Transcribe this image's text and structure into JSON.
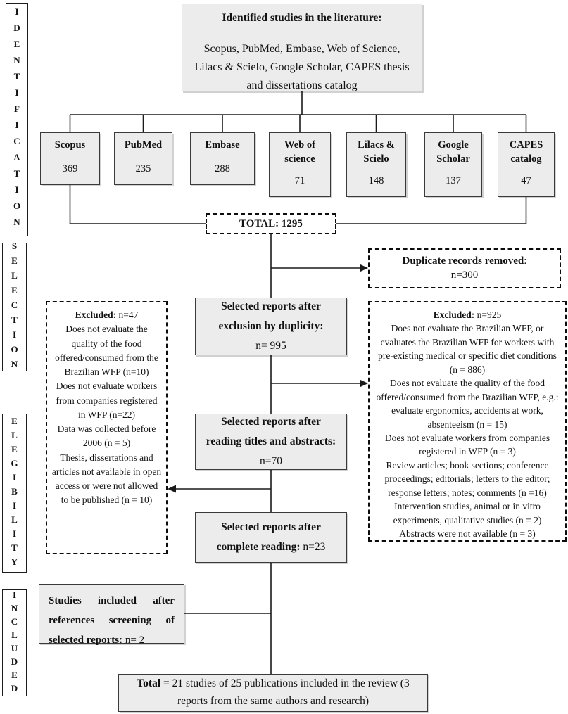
{
  "sections": {
    "identification": "IDENTIFICATION",
    "selection": "SELECTION",
    "eligibility": "ELEGIBILITY",
    "included": "INCLUDED"
  },
  "top_box": {
    "title": "Identified studies in the literature:",
    "body": "Scopus, PubMed, Embase, Web of Science, Lilacs & Scielo, Google Scholar, CAPES thesis and dissertations catalog"
  },
  "databases": [
    {
      "name": "Scopus",
      "count": "369"
    },
    {
      "name": "PubMed",
      "count": "235"
    },
    {
      "name": "Embase",
      "count": "288"
    },
    {
      "name": "Web of science",
      "count": "71"
    },
    {
      "name": "Lilacs & Scielo",
      "count": "148"
    },
    {
      "name": "Google Scholar",
      "count": "137"
    },
    {
      "name": "CAPES catalog",
      "count": "47"
    }
  ],
  "total_box": {
    "label": "TOTAL: 1295"
  },
  "duplicates_box": {
    "title": "Duplicate records removed",
    "colon": ":",
    "count": "n=300"
  },
  "duplicity_box": {
    "bold": "Selected reports after exclusion by duplicity:",
    "count": "n= 995"
  },
  "titles_box": {
    "bold": "Selected reports after reading titles and abstracts:",
    "count": "n=70"
  },
  "reading_box": {
    "bold": "Selected reports after complete reading:",
    "count": "n=23"
  },
  "excluded_left": {
    "title": "Excluded:",
    "count": "n=47",
    "items": [
      "Does not evaluate the quality of the food offered/consumed from the Brazilian WFP (n=10)",
      "Does not evaluate workers from companies registered in WFP (n=22)",
      "Data was collected before 2006 (n = 5)",
      "Thesis, dissertations and articles not available in open access or were not allowed to be published (n = 10)"
    ]
  },
  "excluded_right": {
    "title": "Excluded:",
    "count": "n=925",
    "items": [
      "Does not evaluate the Brazilian WFP, or evaluates the Brazilian WFP for workers with pre-existing medical or specific diet conditions (n = 886)",
      "Does not evaluate the quality of the food offered/consumed from the Brazilian WFP, e.g.: evaluate ergonomics, accidents at work, absenteeism (n = 15)",
      "Does not evaluate workers from companies registered in WFP (n = 3)",
      "Review articles; book sections; conference proceedings; editorials; letters to the editor; response letters; notes; comments (n =16)",
      "Intervention studies, animal or in vitro experiments, qualitative studies (n = 2)",
      "Abstracts were not available (n = 3)"
    ]
  },
  "references_box": {
    "bold": "Studies included after references screening of selected reports:",
    "count": "n= 2"
  },
  "final_box": {
    "bold": "Total",
    "rest": "= 21 studies of 25 publications included in the review (3 reports from the same authors and research)"
  }
}
